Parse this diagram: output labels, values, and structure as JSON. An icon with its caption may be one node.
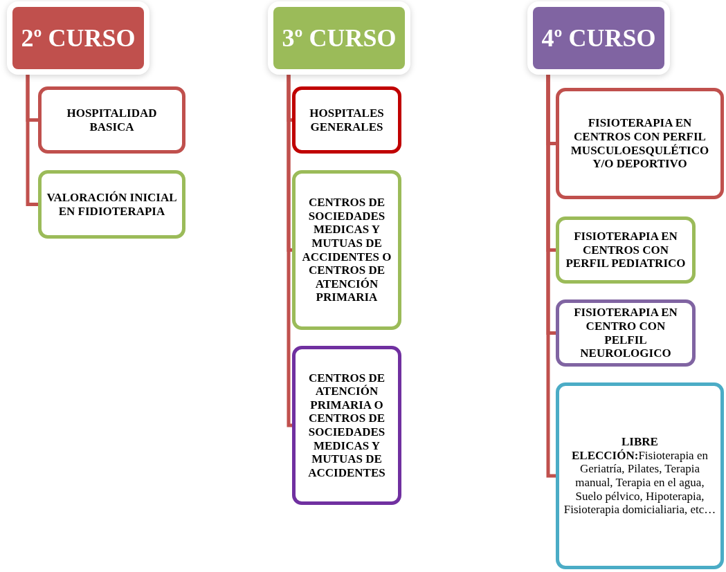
{
  "diagram": {
    "nodes": [
      {
        "text": [
          "2º CURSO"
        ]
      },
      {
        "text": [
          "HOSPITALIDAD BASICA"
        ]
      },
      {
        "text": [
          "VALORACIÓN INICIAL EN FIDIOTERAPIA"
        ]
      },
      {
        "text": [
          "3º CURSO"
        ]
      },
      {
        "text": [
          "HOSPITALES GENERALES"
        ]
      },
      {
        "text": [
          "CENTROS DE SOCIEDADES MEDICAS Y MUTUAS DE ACCIDENTES O CENTROS DE ATENCIÓN PRIMARIA"
        ]
      },
      {
        "text": [
          "CENTROS DE ATENCIÓN PRIMARIA O CENTROS DE SOCIEDADES MEDICAS Y MUTUAS DE ACCIDENTES"
        ]
      },
      {
        "text": [
          "4º CURSO"
        ]
      },
      {
        "text": [
          "FISIOTERAPIA EN CENTROS CON PERFIL MUSCULOESQULÉTICO Y/O  DEPORTIVO"
        ]
      },
      {
        "text": [
          "FISIOTERAPIA EN CENTROS CON PERFIL PEDIATRICO"
        ]
      },
      {
        "text": [
          "FISIOTERAPIA EN CENTRO CON PELFIL NEUROLOGICO"
        ]
      },
      {
        "text": [
          "**LIBRE ELECCIÓN:**Fisioterapia en Geriatría, Pilates, Terapia manual, Terapia en el agua, Suelo pélvico, Hipoterapia, Fisioterapia domicialiaria, etc…"
        ]
      }
    ],
    "edges": [
      {
        "from": 0,
        "to": 1,
        "arrow": "none"
      },
      {
        "from": 0,
        "to": 2,
        "arrow": "none"
      },
      {
        "from": 3,
        "to": 4,
        "arrow": "none"
      },
      {
        "from": 3,
        "to": 5,
        "arrow": "none"
      },
      {
        "from": 3,
        "to": 6,
        "arrow": "none"
      },
      {
        "from": 7,
        "to": 8,
        "arrow": "none"
      },
      {
        "from": 7,
        "to": 9,
        "arrow": "none"
      },
      {
        "from": 7,
        "to": 10,
        "arrow": "none"
      },
      {
        "from": 7,
        "to": 11,
        "arrow": "none"
      }
    ]
  }
}
